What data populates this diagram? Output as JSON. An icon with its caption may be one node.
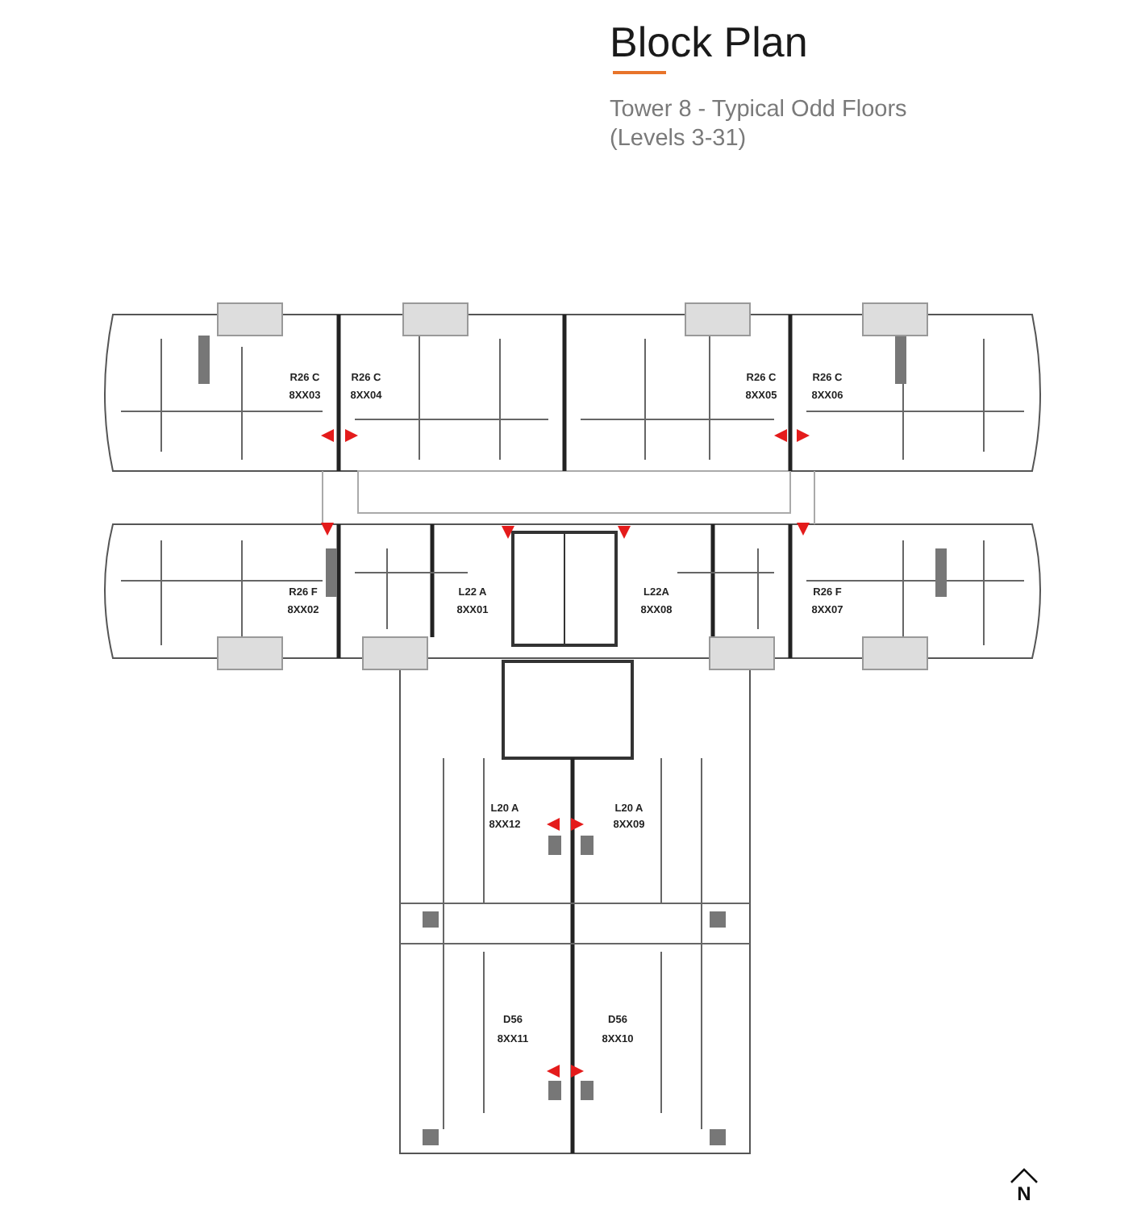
{
  "diagram": {
    "title": "Block Plan",
    "labels": [
      "Tower 8 - Typical Odd Floors (Levels 3-31)",
      "R26 C",
      "8XX03",
      "R26 C",
      "8XX04",
      "R26 C",
      "8XX05",
      "R26 C",
      "8XX06",
      "R26 F",
      "8XX02",
      "L22 A",
      "8XX01",
      "L22A",
      "8XX08",
      "R26 F",
      "8XX07",
      "L20 A",
      "8XX12",
      "L20 A",
      "8XX09",
      "D56",
      "8XX11",
      "D56",
      "8XX10",
      "N"
    ]
  }
}
